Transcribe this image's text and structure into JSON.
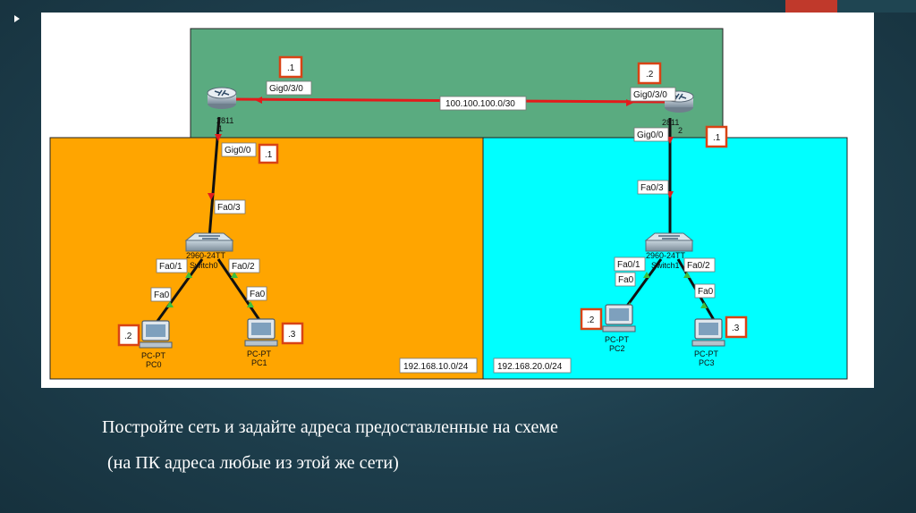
{
  "colors": {
    "wan_zone": "#5aab80",
    "lan1_zone": "#ffa500",
    "lan2_zone": "#00ffff",
    "wan_link": "#e31b1b",
    "accent": "#c0392b"
  },
  "labels": {
    "r1_address": ".1",
    "r2_address": ".2",
    "r1_wan_iface": "Gig0/3/0",
    "r2_wan_iface": "Gig0/3/0",
    "wan_network": "100.100.100.0/30",
    "r1_model": "2811",
    "r1_name": "1",
    "r2_model": "2811",
    "r2_name": "2",
    "r1_lan_iface": "Gig0/0",
    "r1_lan_address": ".1",
    "r2_lan_iface": "Gig0/0",
    "r2_lan_address": ".1",
    "sw0_uplink": "Fa0/3",
    "sw1_uplink": "Fa0/3",
    "sw0_model": "2960-24TT",
    "sw0_name": "Switch0",
    "sw1_model": "2960-24TT",
    "sw1_name": "Switch1",
    "sw0_port_left": "Fa0/1",
    "sw0_port_right": "Fa0/2",
    "sw1_port_left": "Fa0/1",
    "sw1_port_right": "Fa0/2",
    "pc0_port": "Fa0",
    "pc1_port": "Fa0",
    "pc2_port": "Fa0",
    "pc3_port": "Fa0",
    "pc0_address": ".2",
    "pc1_address": ".3",
    "pc2_address": ".2",
    "pc3_address": ".3",
    "pc_type": "PC-PT",
    "pc0_name": "PC0",
    "pc1_name": "PC1",
    "pc2_name": "PC2",
    "pc3_name": "PC3",
    "lan1_network": "192.168.10.0/24",
    "lan2_network": "192.168.20.0/24"
  },
  "caption": {
    "line1": "Постройте сеть и задайте адреса предоставленные на схеме",
    "line2": "(на ПК адреса любые из этой же сети)"
  }
}
